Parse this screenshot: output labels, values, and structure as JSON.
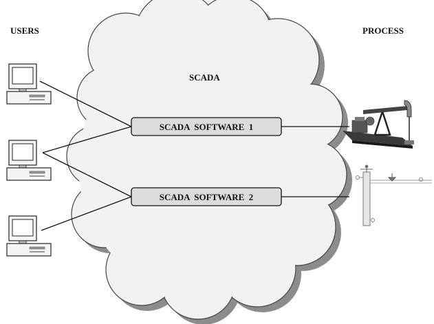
{
  "labels": {
    "users": "USERS",
    "process": "PROCESS",
    "scada": "SCADA"
  },
  "software_boxes": [
    {
      "label": "SCADA  SOFTWARE  1"
    },
    {
      "label": "SCADA  SOFTWARE  2"
    }
  ],
  "users": [
    {
      "icon": "desktop-computer-icon"
    },
    {
      "icon": "desktop-computer-icon"
    },
    {
      "icon": "desktop-computer-icon"
    }
  ],
  "processes": [
    {
      "icon": "pumpjack-icon"
    },
    {
      "icon": "pipeline-schematic-icon"
    }
  ],
  "colors": {
    "cloud_fill": "#f2f2f2",
    "cloud_shadow": "#8c8c8c",
    "box_fill": "#dcdcdc",
    "line": "#111111"
  }
}
